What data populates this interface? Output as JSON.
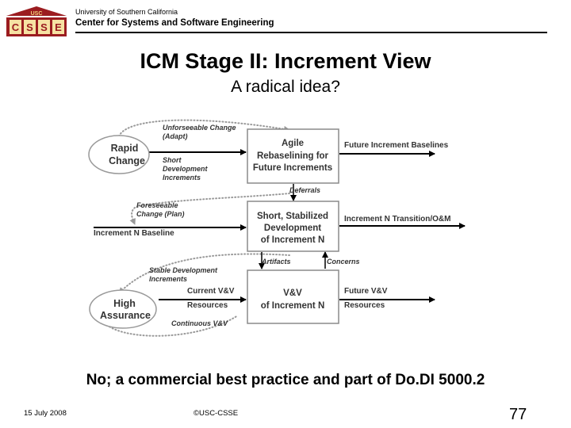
{
  "header": {
    "logo_text": "USC CSSE",
    "university": "University of Southern California",
    "center": "Center for Systems and Software Engineering"
  },
  "title": "ICM Stage II: Increment View",
  "subtitle": "A radical idea?",
  "diagram": {
    "ovals": {
      "rapid_change": [
        "Rapid",
        "Change"
      ],
      "high_assurance": [
        "High",
        "Assurance"
      ]
    },
    "boxes": {
      "agile": [
        "Agile",
        "Rebaselining for",
        "Future Increments"
      ],
      "short": [
        "Short, Stabilized",
        "Development",
        "of Increment N"
      ],
      "vv": [
        "V&V",
        "of Increment N"
      ]
    },
    "labels": {
      "unforeseeable": [
        "Unforseeable Change",
        "(Adapt)"
      ],
      "short_dev": [
        "Short",
        "Development",
        "Increments"
      ],
      "foreseeable": [
        "Foreseeable",
        "Change (Plan)"
      ],
      "baseline": "Increment N Baseline",
      "future_baselines": "Future Increment Baselines",
      "deferrals": "Deferrals",
      "transition": "Increment N Transition/O&M",
      "artifacts": "Artifacts",
      "concerns": "Concerns",
      "stable_dev": [
        "Stable Development",
        "Increments"
      ],
      "current_vv": "Current V&V",
      "resources_left": "Resources",
      "future_vv": "Future V&V",
      "resources_right": "Resources",
      "continuous_vv": "Continuous V&V"
    }
  },
  "conclusion": "No; a commercial best practice and part of Do.DI 5000.2",
  "footer": {
    "date": "15 July 2008",
    "copyright": "©USC-CSSE",
    "page_number": "77"
  },
  "colors": {
    "box_border": "#8a8a8a",
    "curve": "#999999",
    "label": "#333333"
  }
}
